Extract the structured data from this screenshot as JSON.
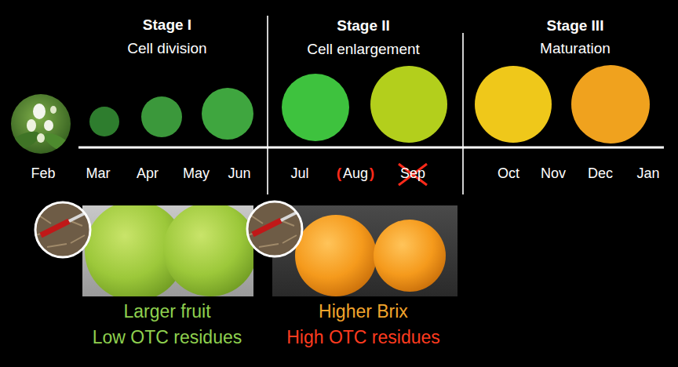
{
  "diagram": {
    "labels": [
      "Stage I",
      "Cell division",
      "Stage II",
      "Cell enlargement",
      "Stage III",
      "Maturation",
      "Feb",
      "Mar",
      "Apr",
      "May",
      "Jun",
      "Jul",
      "(",
      "Aug",
      ")",
      "Sep",
      "Oct",
      "Nov",
      "Dec",
      "Jan",
      "Larger fruit",
      "Low OTC residues",
      "Higher Brix",
      "High OTC residues"
    ]
  }
}
